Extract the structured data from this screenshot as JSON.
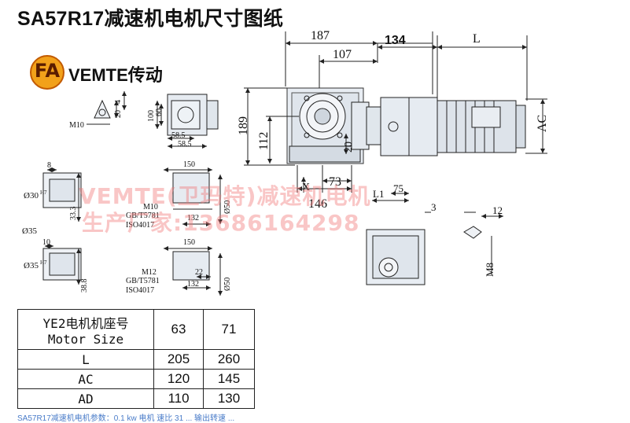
{
  "title": "SA57R17减速机电机尺寸图纸",
  "brand": {
    "mark": "FA",
    "name": "VEMTE传动"
  },
  "watermark": {
    "line1": "VEMTE(卫玛特)减速机电机",
    "line2": "生产厂家:13686164298"
  },
  "dimensions": {
    "d187": "187",
    "d134": "134",
    "dL": "L",
    "d107": "107",
    "dAC": "AC",
    "d189": "189",
    "d112": "112",
    "d20": "20",
    "d73": "73",
    "d146": "146",
    "dX": "X",
    "dL1": "L1",
    "d75": "75",
    "d3": "3",
    "d12": "12",
    "dM8": "M8",
    "d4": "4",
    "d20b": "20",
    "dM10": "M10",
    "d100": "100",
    "d60": "60",
    "d58a": "58.5",
    "d58b": "58.5",
    "d150a": "150",
    "d8": "8",
    "d30": "Ø30",
    "d30sup": "H7",
    "dM10b": "M10",
    "dGB1": "GB/T5781",
    "dISO1": "ISO4017",
    "d33": "33.3",
    "d35": "Ø35",
    "d132a": "132",
    "d50a": "Ø50",
    "d150b": "150",
    "d10": "10",
    "d35h": "Ø35",
    "d35sup": "H7",
    "dM12": "M12",
    "dGB2": "GB/T5781",
    "dISO2": "ISO4017",
    "d22": "22",
    "d38": "38.8",
    "d132b": "132",
    "d50b": "Ø50"
  },
  "size_table": {
    "header_line1": "YE2电机机座号",
    "header_line2": "Motor Size",
    "columns": [
      "63",
      "71"
    ],
    "rows": [
      {
        "label": "L",
        "values": [
          "205",
          "260"
        ]
      },
      {
        "label": "AC",
        "values": [
          "120",
          "145"
        ]
      },
      {
        "label": "AD",
        "values": [
          "110",
          "130"
        ]
      }
    ]
  },
  "footer": "SA57R17减速机电机参数：0.1 kw 电机 速比 31 ... 输出转速 ..."
}
